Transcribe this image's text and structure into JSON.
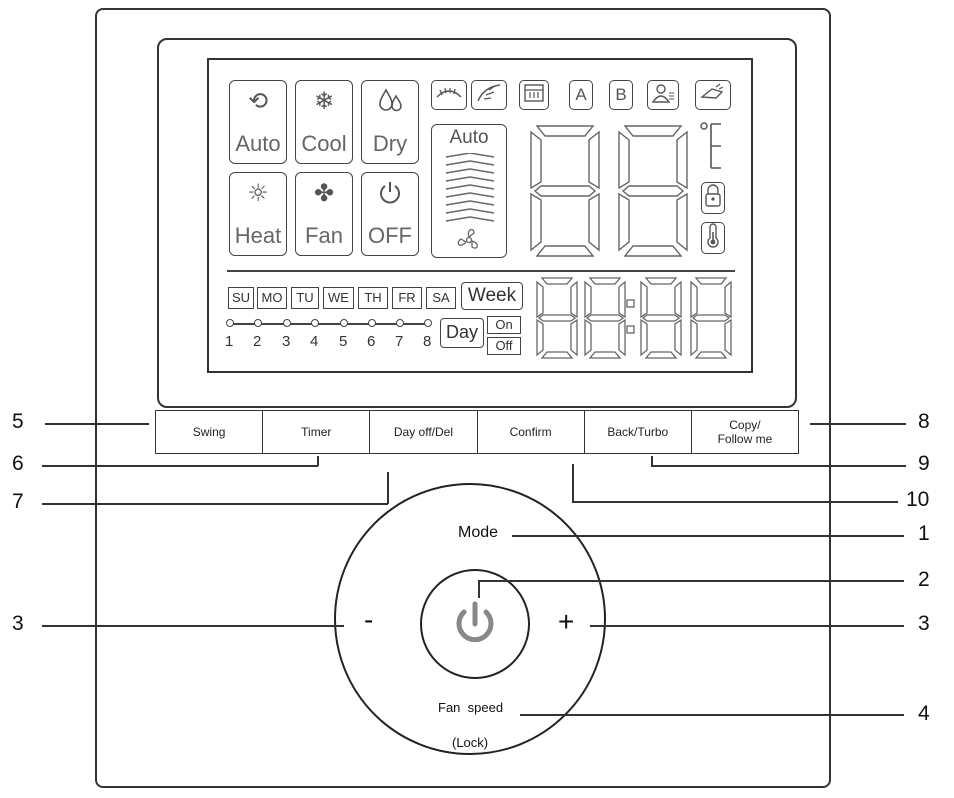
{
  "modes": [
    {
      "label": "Auto",
      "icon": "auto-icon",
      "glyph": "⟲"
    },
    {
      "label": "Cool",
      "icon": "snowflake-icon",
      "glyph": "❄"
    },
    {
      "label": "Dry",
      "icon": "droplet-icon",
      "glyph": "💧"
    },
    {
      "label": "Heat",
      "icon": "sun-icon",
      "glyph": "☼"
    },
    {
      "label": "Fan",
      "icon": "fan-icon",
      "glyph": "✤"
    },
    {
      "label": "OFF",
      "icon": "power-icon",
      "glyph": "⏻"
    }
  ],
  "fan_label": "Auto",
  "indicators": {
    "a": "A",
    "b": "B"
  },
  "days": [
    "SU",
    "MO",
    "TU",
    "WE",
    "TH",
    "FR",
    "SA"
  ],
  "week_label": "Week",
  "day_label": "Day",
  "on_label": "On",
  "off_label": "Off",
  "numbers": [
    "1",
    "2",
    "3",
    "4",
    "5",
    "6",
    "7",
    "8"
  ],
  "buttons": [
    "Swing",
    "Timer",
    "Day off/Del",
    "Confirm",
    "Back/Turbo",
    "Copy/\nFollow me"
  ],
  "dial": {
    "mode": "Mode",
    "minus": "-",
    "plus": "+",
    "fan_speed": "Fan  speed",
    "lock": "(Lock)"
  },
  "callouts": {
    "c5": "5",
    "c6": "6",
    "c7": "7",
    "c3l": "3",
    "c8": "8",
    "c9": "9",
    "c10": "10",
    "c1": "1",
    "c2": "2",
    "c3r": "3",
    "c4": "4"
  }
}
